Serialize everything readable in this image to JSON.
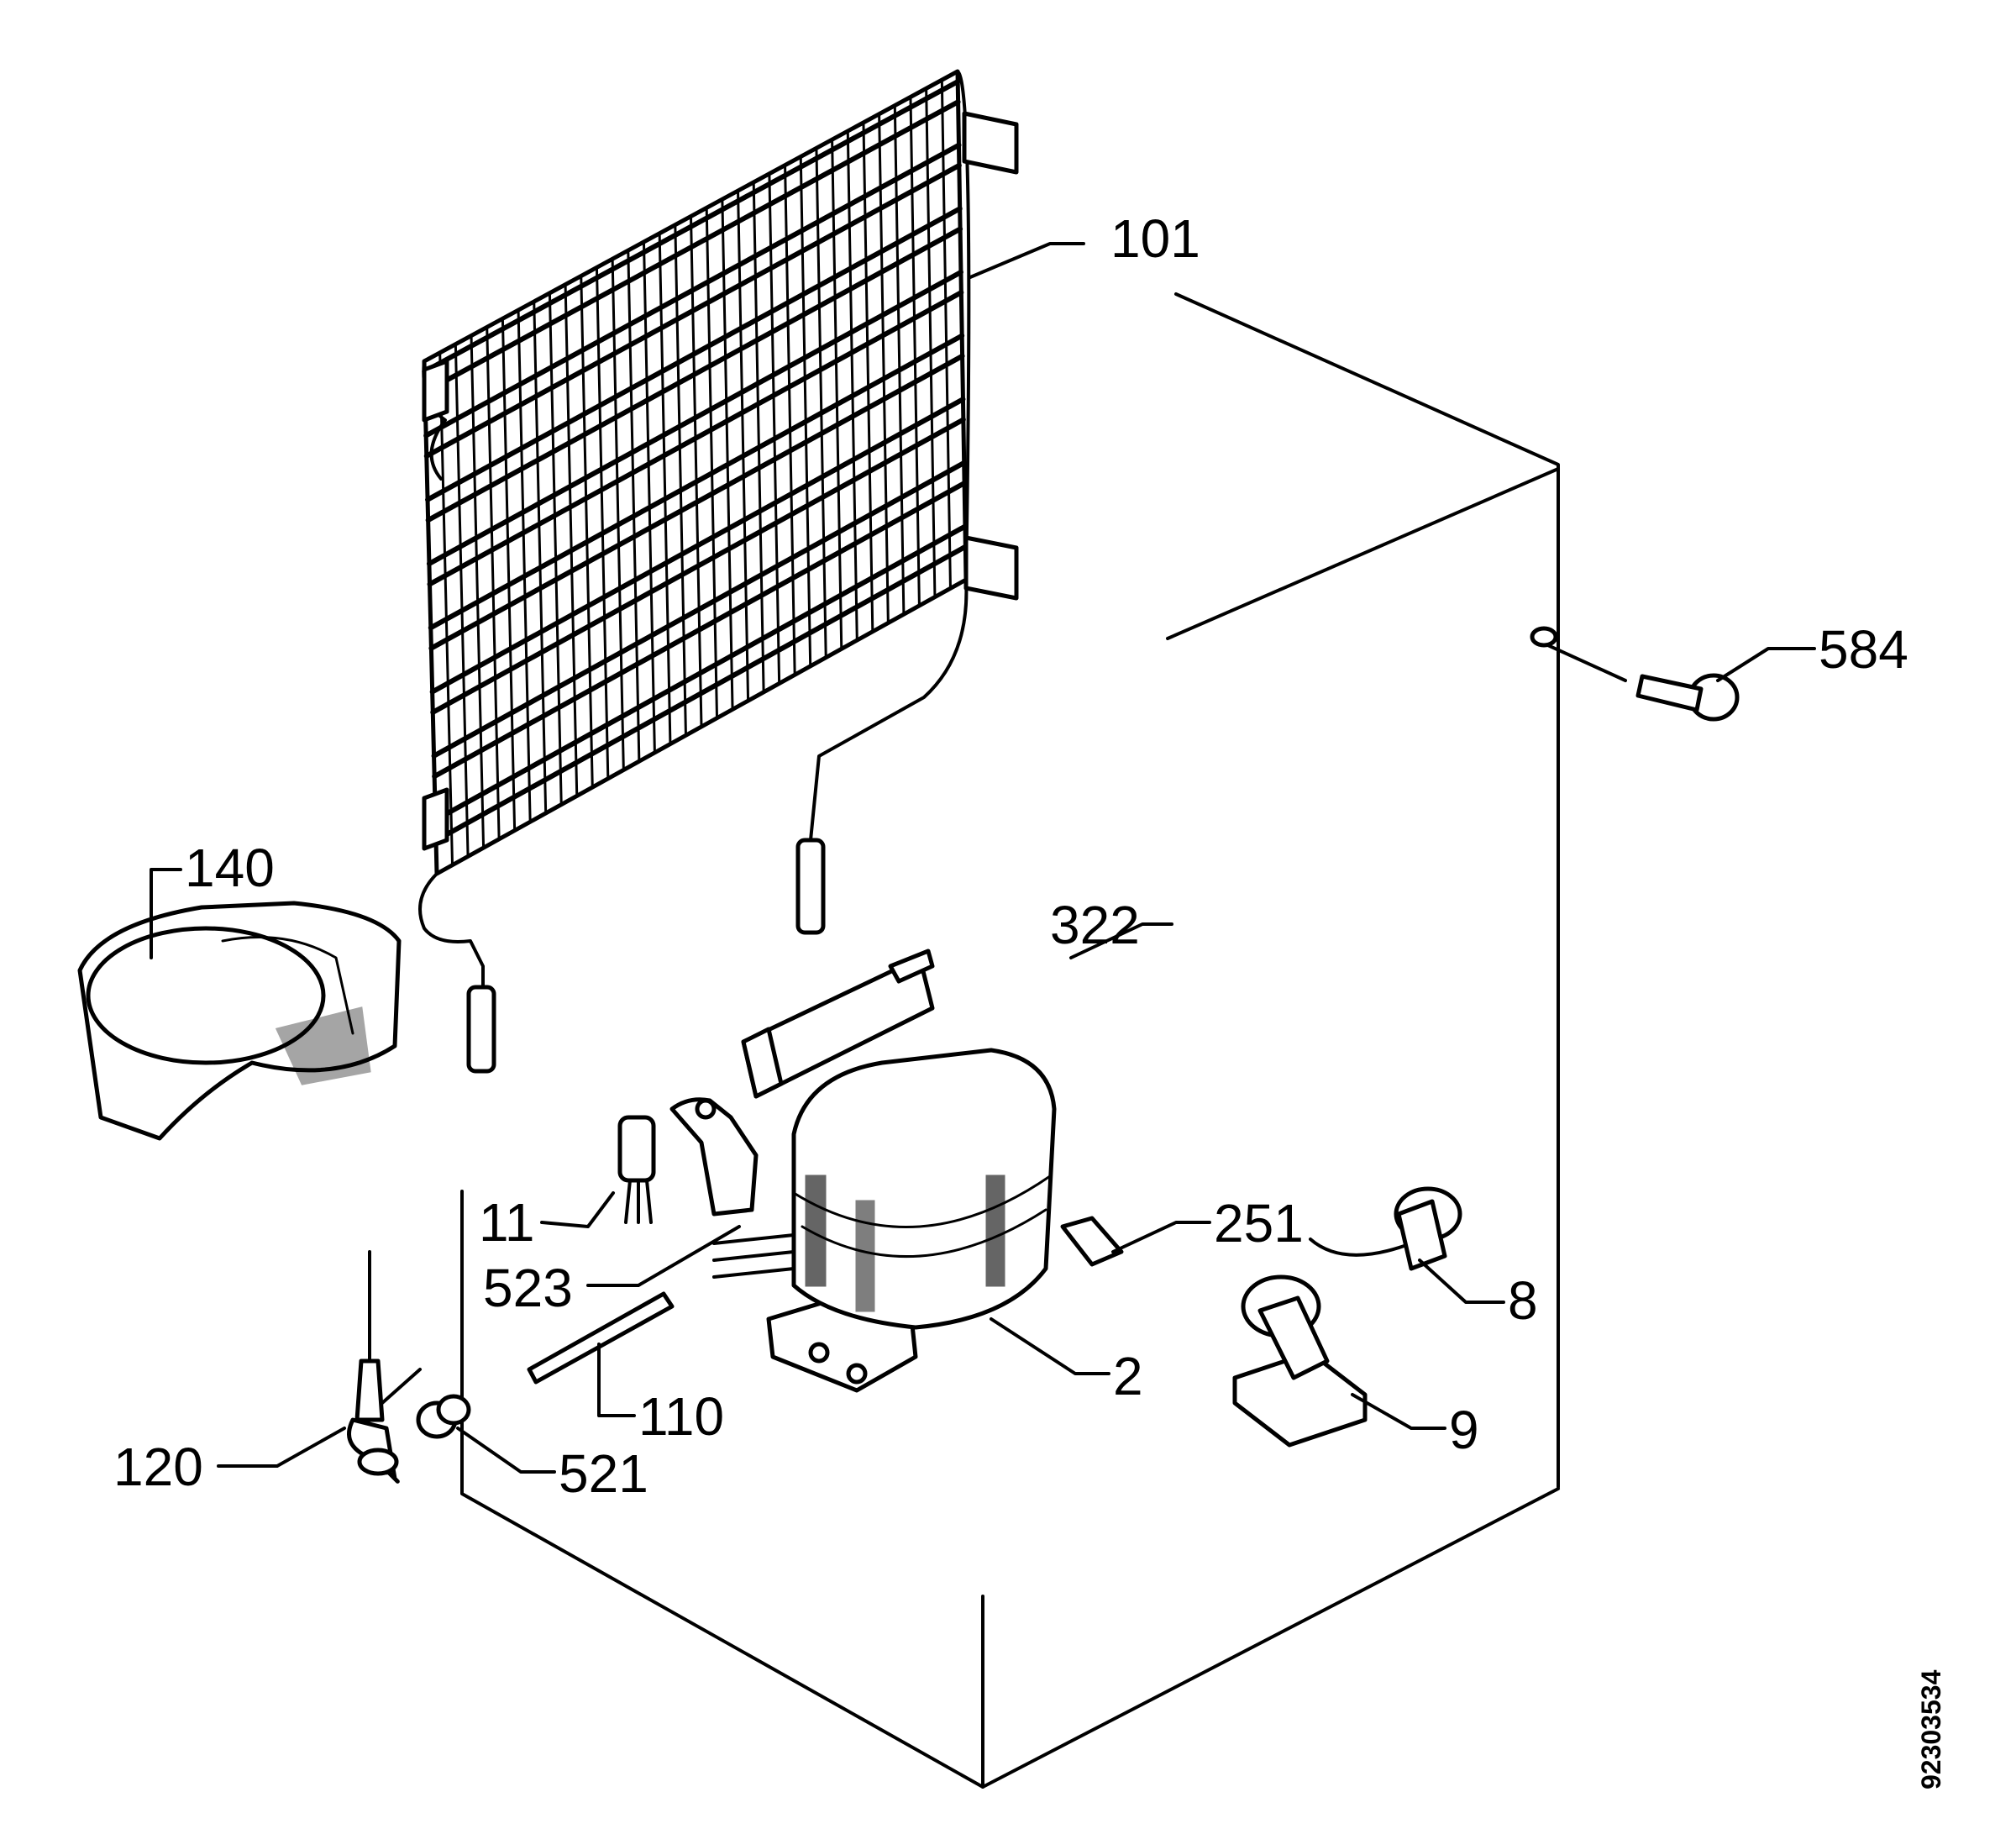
{
  "labels": {
    "p101": "101",
    "p584": "584",
    "p140": "140",
    "p322": "322",
    "p11": "11",
    "p523": "523",
    "p251": "251",
    "p8": "8",
    "p2": "2",
    "p110": "110",
    "p120": "120",
    "p521": "521",
    "p9": "9"
  },
  "document_number": "92303534"
}
